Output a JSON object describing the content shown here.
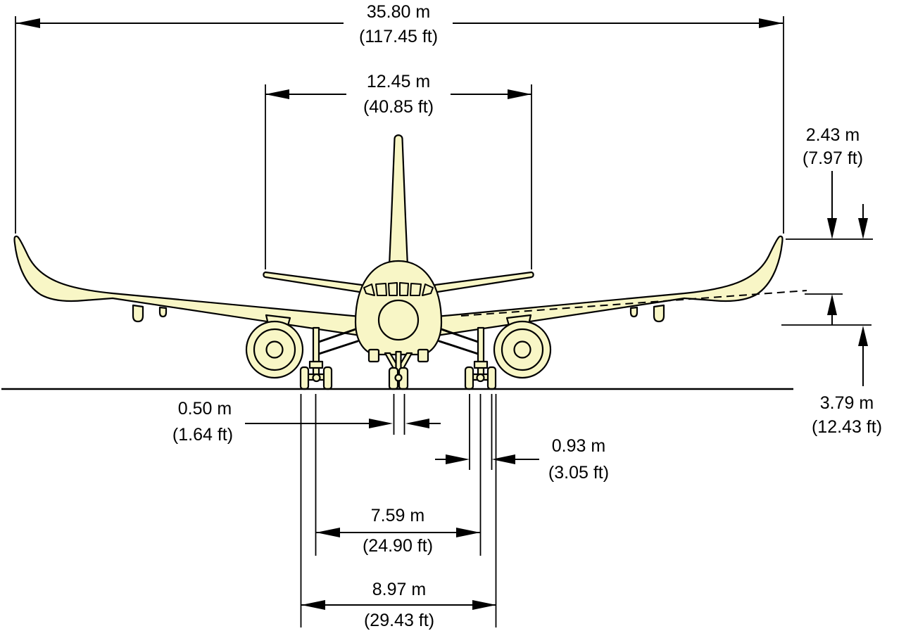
{
  "diagram": {
    "type": "aircraft-front-view-dimensional-drawing"
  },
  "colors": {
    "aircraft_fill": "#F8F6C6",
    "outline": "#000000",
    "background": "#FFFFFF"
  },
  "dimensions": {
    "wingspan": {
      "m": "35.80 m",
      "ft": "(117.45 ft)"
    },
    "tail_span": {
      "m": "12.45 m",
      "ft": "(40.85 ft)"
    },
    "winglet_height": {
      "m": "2.43 m",
      "ft": "(7.97 ft)"
    },
    "wingtip_height": {
      "m": "3.79 m",
      "ft": "(12.43 ft)"
    },
    "nose_wheel_track": {
      "m": "0.50 m",
      "ft": "(1.64 ft)"
    },
    "wheel_pair_spacing": {
      "m": "0.93 m",
      "ft": "(3.05 ft)"
    },
    "main_gear_track": {
      "m": "7.59 m",
      "ft": "(24.90 ft)"
    },
    "main_gear_outer_span": {
      "m": "8.97 m",
      "ft": "(29.43 ft)"
    }
  }
}
